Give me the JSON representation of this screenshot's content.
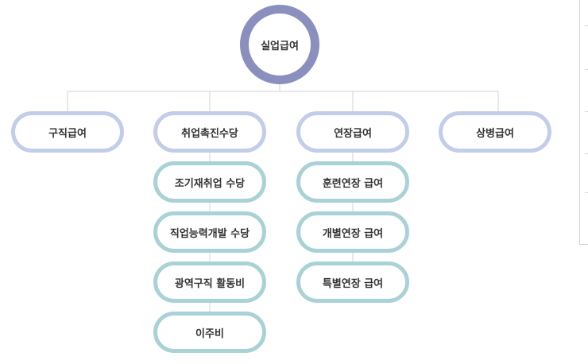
{
  "root": {
    "label": "실업급여"
  },
  "categories": [
    {
      "label": "구직급여",
      "children": []
    },
    {
      "label": "취업촉진수당",
      "children": [
        "조기재취업 수당",
        "직업능력개발 수당",
        "광역구직 활동비",
        "이주비"
      ]
    },
    {
      "label": "연장급여",
      "children": [
        "훈련연장 급여",
        "개별연장 급여",
        "특별연장 급여"
      ]
    },
    {
      "label": "상병급여",
      "children": []
    }
  ],
  "colors": {
    "root_border": "#8a8fbd",
    "category_border": "#c2cdea",
    "sub_border": "#a9d2d6",
    "connector": "#d2d2d2"
  }
}
